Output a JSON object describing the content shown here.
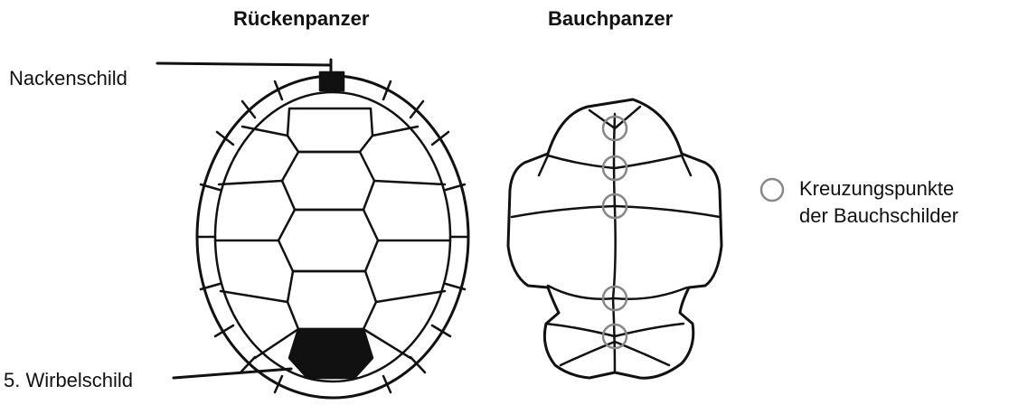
{
  "titles": {
    "carapace": "Rückenpanzer",
    "plastron": "Bauchpanzer"
  },
  "labels": {
    "nuchal": "Nackenschild",
    "vertebral5": "5. Wirbelschild"
  },
  "legend": {
    "symbol": "circle",
    "line1": "Kreuzungspunkte",
    "line2": "der Bauchschilder"
  },
  "colors": {
    "ink": "#111111",
    "marker": "#888888"
  }
}
